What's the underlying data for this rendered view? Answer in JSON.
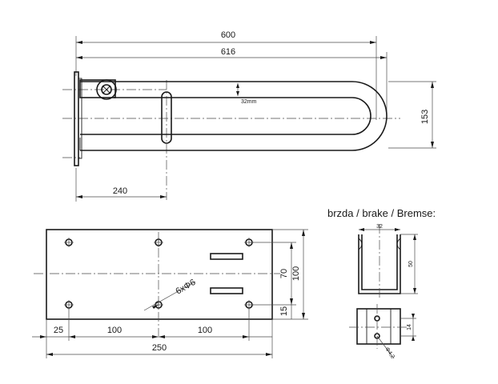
{
  "side_view": {
    "dim_600": "600",
    "dim_616": "616",
    "dim_153": "153",
    "dim_32mm": "32mm",
    "dim_240": "240"
  },
  "plate_view": {
    "dim_70": "70",
    "dim_100_vertical": "100",
    "dim_15": "15",
    "dim_25": "25",
    "dim_100_left": "100",
    "dim_100_right": "100",
    "dim_250": "250",
    "hole_label": "6xΦ6"
  },
  "brake_view": {
    "title": "brzda / brake / Bremse:",
    "dim_32": "32",
    "dim_50": "50",
    "dim_14": "14",
    "hole_label": "Φ4,2"
  }
}
